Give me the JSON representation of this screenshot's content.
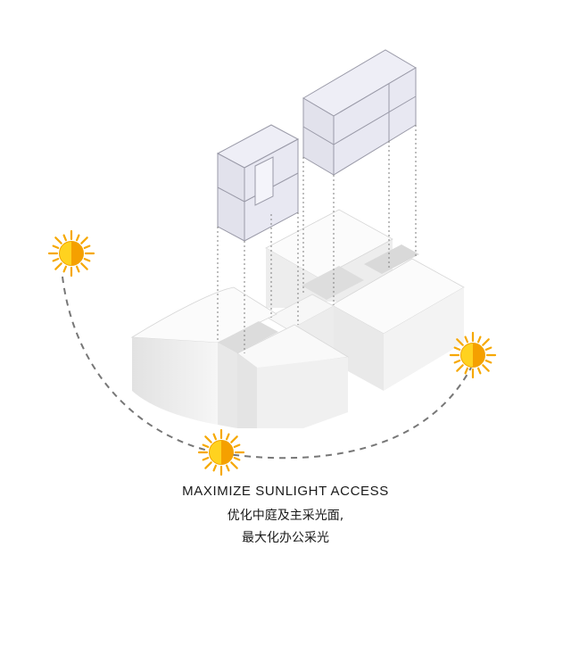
{
  "caption": {
    "title": "MAXIMIZE SUNLIGHT ACCESS",
    "line1": "优化中庭及主采光面,",
    "line2": "最大化办公采光"
  },
  "colors": {
    "sun_rays": "#f6a800",
    "sun_core_light": "#ffd21f",
    "sun_core_dark": "#f5a000",
    "arc": "#777777",
    "volume_fill": "#e6e6f0",
    "volume_stroke": "#9a9aa8",
    "mass_light": "#ffffff",
    "mass_mid": "#efefef",
    "mass_dark": "#e0e0e0",
    "projection_lines": "#888888"
  },
  "icons": [
    "sun-icon",
    "sun-icon",
    "sun-icon"
  ]
}
